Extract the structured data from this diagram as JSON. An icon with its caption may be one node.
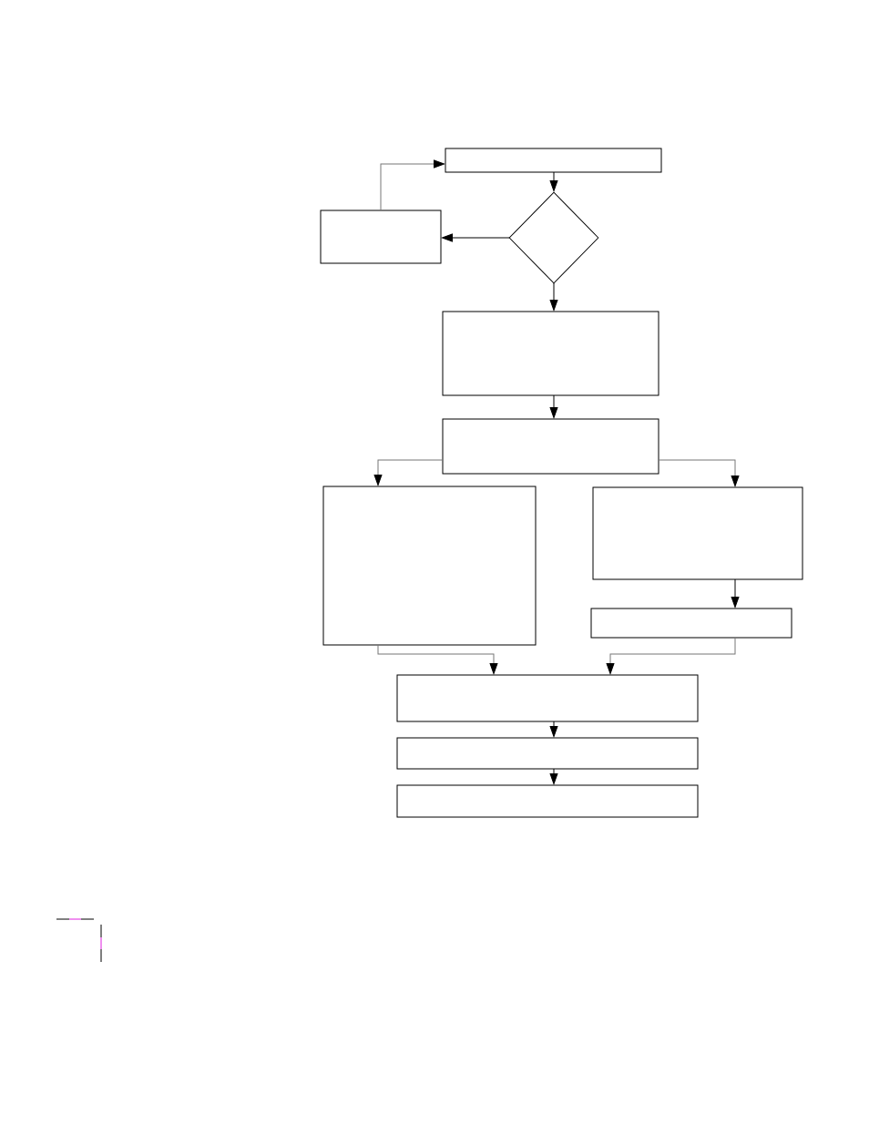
{
  "diagram": {
    "nodes": [
      {
        "text": [],
        "shape": "box"
      },
      {
        "text": [],
        "shape": "box"
      },
      {
        "text": [],
        "shape": "diamond"
      },
      {
        "text": [],
        "shape": "box"
      },
      {
        "text": [],
        "shape": "box"
      },
      {
        "text": [],
        "shape": "box"
      },
      {
        "text": [],
        "shape": "box"
      },
      {
        "text": [],
        "shape": "box"
      },
      {
        "text": [],
        "shape": "box"
      },
      {
        "text": [],
        "shape": "box"
      },
      {
        "text": [],
        "shape": "box"
      }
    ],
    "edges": [
      {
        "from": 0,
        "to": 2,
        "arrow": "to"
      },
      {
        "from": 2,
        "to": 1,
        "arrow": "to"
      },
      {
        "from": 1,
        "to": 0,
        "arrow": "to",
        "color": "#777777"
      },
      {
        "from": 2,
        "to": 3,
        "arrow": "to"
      },
      {
        "from": 3,
        "to": 4,
        "arrow": "to"
      },
      {
        "from": 4,
        "to": 5,
        "arrow": "to",
        "color": "#777777"
      },
      {
        "from": 4,
        "to": 6,
        "arrow": "to",
        "color": "#777777"
      },
      {
        "from": 6,
        "to": 7,
        "arrow": "to"
      },
      {
        "from": 5,
        "to": 8,
        "arrow": "to",
        "color": "#777777"
      },
      {
        "from": 7,
        "to": 8,
        "arrow": "to",
        "color": "#777777"
      },
      {
        "from": 8,
        "to": 9,
        "arrow": "to"
      },
      {
        "from": 9,
        "to": 10,
        "arrow": "to"
      }
    ]
  }
}
